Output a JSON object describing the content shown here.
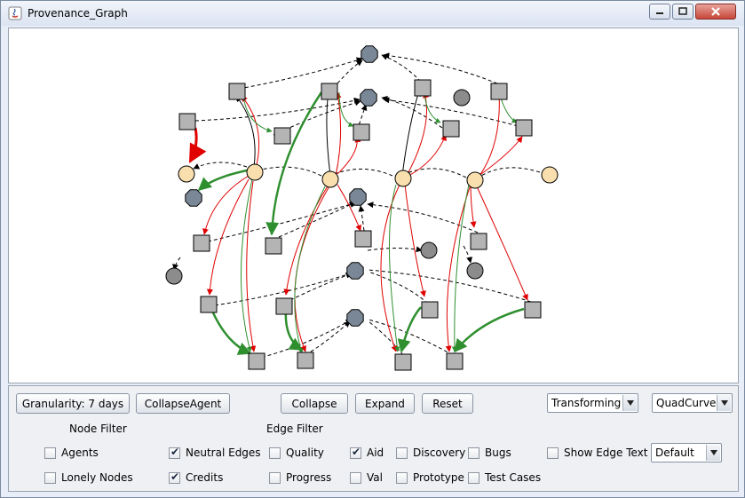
{
  "window": {
    "title": "Provenance_Graph",
    "minimize_glyph": "—",
    "maximize_glyph": "□",
    "close_glyph": "✕"
  },
  "toolbar": {
    "granularity_label": "Granularity: 7 days",
    "collapse_agent_label": "CollapseAgent",
    "collapse_label": "Collapse",
    "expand_label": "Expand",
    "reset_label": "Reset",
    "mode_select_value": "Transforming",
    "shape_select_value": "QuadCurve"
  },
  "filters": {
    "node_filter_title": "Node Filter",
    "edge_filter_title": "Edge Filter",
    "agents": {
      "label": "Agents",
      "checked": false
    },
    "lonely_nodes": {
      "label": "Lonely Nodes",
      "checked": false
    },
    "neutral_edges": {
      "label": "Neutral Edges",
      "checked": true
    },
    "credits": {
      "label": "Credits",
      "checked": true
    },
    "quality": {
      "label": "Quality",
      "checked": false
    },
    "progress": {
      "label": "Progress",
      "checked": false
    },
    "aid": {
      "label": "Aid",
      "checked": true
    },
    "val": {
      "label": "Val",
      "checked": false
    },
    "discovery": {
      "label": "Discovery",
      "checked": false
    },
    "prototype": {
      "label": "Prototype",
      "checked": false
    },
    "bugs": {
      "label": "Bugs",
      "checked": false
    },
    "test_cases": {
      "label": "Test Cases",
      "checked": false
    },
    "show_edge_text": {
      "label": "Show Edge Text",
      "checked": false
    },
    "edge_text_select_value": "Default"
  },
  "colors": {
    "activity_node": "#b4b4b4",
    "agent_node": "#f9dfae",
    "entity_octagon": "#7a8796",
    "lonely_circle": "#8c8c8c",
    "edge_neutral": "#000000",
    "edge_red": "#e00000",
    "edge_green": "#2f8f2f"
  }
}
